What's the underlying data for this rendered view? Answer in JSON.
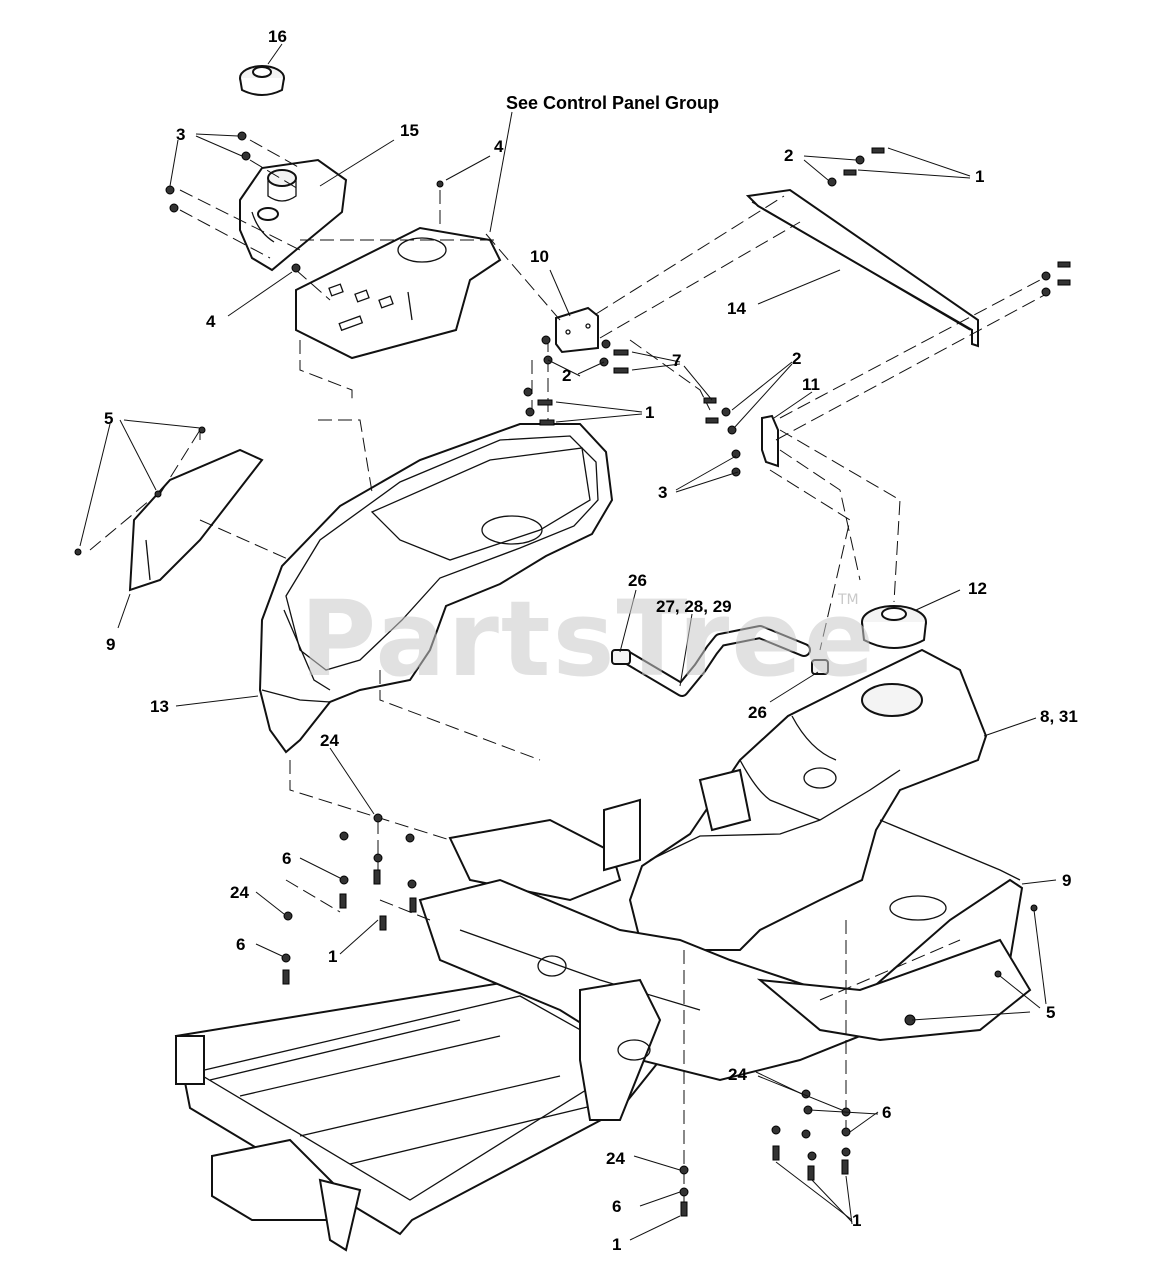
{
  "header": {
    "callout": "See Control Panel Group"
  },
  "watermark": {
    "brand": "PartsTree",
    "trademark": "TM"
  },
  "callouts": {
    "c16": "16",
    "c15": "15",
    "c3a": "3",
    "c4a": "4",
    "c4b": "4",
    "c2a": "2",
    "c1a": "1",
    "c14": "14",
    "c10": "10",
    "c7": "7",
    "c2b": "2",
    "c2c": "2",
    "c1b": "1",
    "c11": "11",
    "c3b": "3",
    "c5a": "5",
    "c9a": "9",
    "c13": "13",
    "c26a": "26",
    "c272829": "27, 28, 29",
    "c12": "12",
    "c26b": "26",
    "c831": "8, 31",
    "c24a": "24",
    "c6a": "6",
    "c24b": "24",
    "c6b": "6",
    "c1c": "1",
    "c9b": "9",
    "c5b": "5",
    "c24c": "24",
    "c6c": "6",
    "c24d": "24",
    "c6d": "6",
    "c1d": "1",
    "c1e": "1"
  },
  "colors": {
    "ink": "#111111",
    "paper": "#ffffff",
    "watermark": "#c9c9c9"
  }
}
